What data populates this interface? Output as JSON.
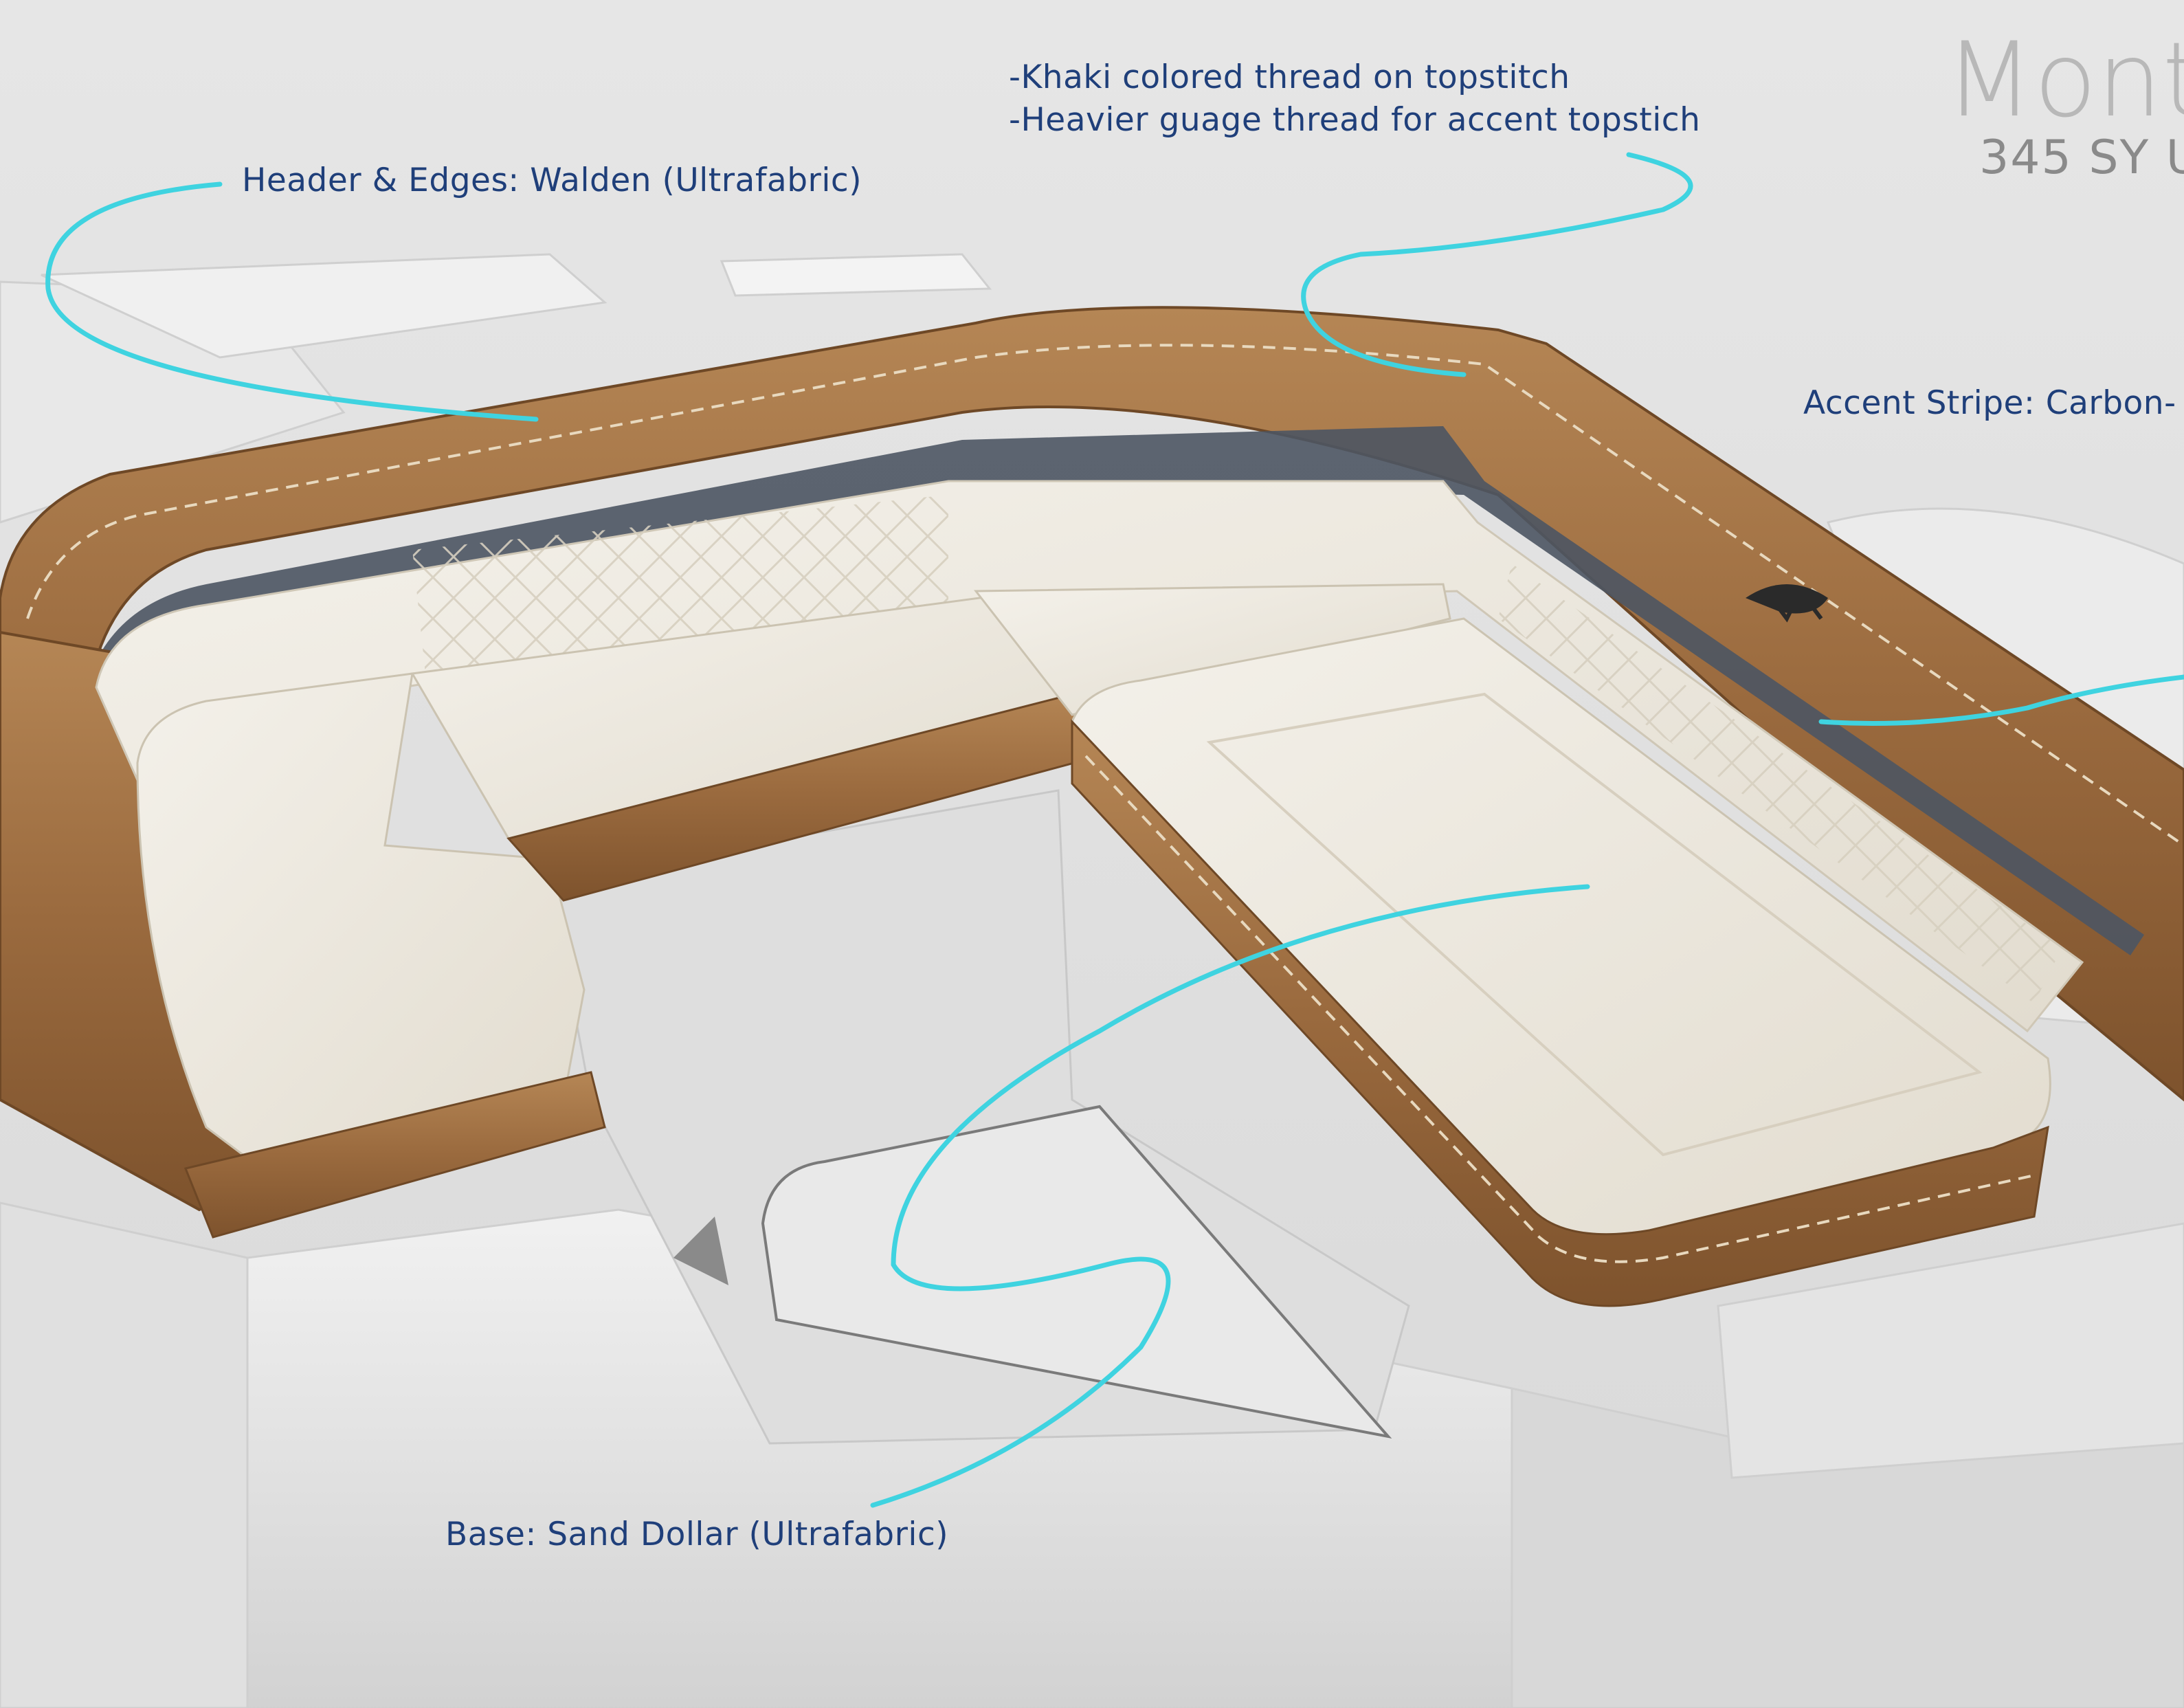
{
  "brand": {
    "title": "Mont",
    "subtitle": "345 SY U"
  },
  "callouts": {
    "header_edges": "Header & Edges: Walden (Ultrafabric)",
    "thread_line1": "-Khaki colored thread on topstitch",
    "thread_line2": "-Heavier guage thread for accent topstich",
    "accent_stripe": "Accent Stripe: Carbon-",
    "base": "Base: Sand Dollar (Ultrafabric)"
  },
  "colors": {
    "background": "#e3e3e3",
    "leather_brown": "#9a6a3e",
    "leather_highlight": "#b98a5a",
    "cushion_cream": "#ece7dc",
    "accent_stripe": "#4d5563",
    "leader_line": "#3fd3e0",
    "callout_text": "#1f3f7a",
    "stitch": "#e8d9bf"
  },
  "icons": [
    "brand-logo-icon"
  ]
}
